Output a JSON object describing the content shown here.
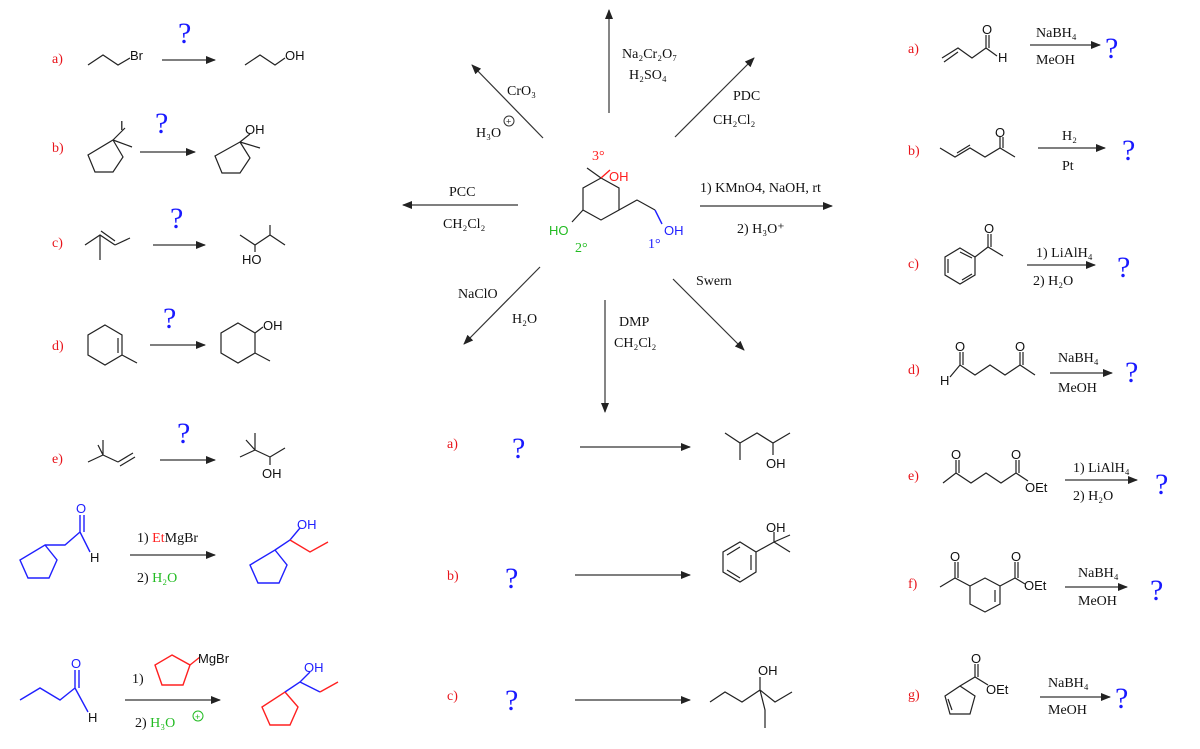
{
  "colors": {
    "label": "#e8141b",
    "question": "#1a1aff",
    "tertiary": "#ff2020",
    "secondary": "#22bb22",
    "primary": "#2020ff"
  },
  "left": {
    "a": {
      "label": "a)",
      "q": "?",
      "atom": "Br",
      "product_atom": "OH"
    },
    "b": {
      "label": "b)",
      "q": "?",
      "atom": "I",
      "product_atom": "OH"
    },
    "c": {
      "label": "c)",
      "q": "?",
      "product_atom": "HO"
    },
    "d": {
      "label": "d)",
      "q": "?",
      "product_atom": "OH"
    },
    "e": {
      "label": "e)",
      "q": "?",
      "product_atom": "OH"
    },
    "f": {
      "atom": "O",
      "h": "H",
      "r1_prefix": "1) ",
      "r1_et": "Et",
      "r1_rest": "MgBr",
      "r2_prefix": "2) ",
      "r2_h2o": "H₂O",
      "product_atom": "OH"
    },
    "g": {
      "atom": "O",
      "h": "H",
      "r1": "1)",
      "reagent_atom": "MgBr",
      "r2_prefix": "2) ",
      "r2_h3o": "H₃O",
      "plus": "+",
      "product_atom": "OH"
    }
  },
  "center": {
    "oh_3": "OH",
    "deg_3": "3°",
    "ho_2": "HO",
    "deg_2": "2°",
    "oh_1": "OH",
    "deg_1": "1°",
    "reagents": {
      "up": [
        "Na₂Cr₂O₇",
        "H₂SO₄"
      ],
      "upleft": [
        "CrO₃",
        "H₃O"
      ],
      "upright": [
        "PDC",
        "CH₂Cl₂"
      ],
      "left": [
        "PCC",
        "CH₂Cl₂"
      ],
      "right": [
        "1) KMnO4, NaOH, rt",
        "2) H₃O⁺"
      ],
      "downleft": [
        "NaClO",
        "H₂O"
      ],
      "down": [
        "DMP",
        "CH₂Cl₂"
      ],
      "downright": [
        "Swern"
      ]
    },
    "plus": "+",
    "bottom": [
      {
        "label": "a)",
        "q": "?",
        "product_atom": "OH"
      },
      {
        "label": "b)",
        "q": "?",
        "product_atom": "OH"
      },
      {
        "label": "c)",
        "q": "?",
        "product_atom": "OH"
      }
    ]
  },
  "right": [
    {
      "label": "a)",
      "top": "NaBH₄",
      "bottom": "MeOH",
      "q": "?",
      "atoms": [
        "O",
        "H"
      ]
    },
    {
      "label": "b)",
      "top": "H₂",
      "bottom": "Pt",
      "q": "?",
      "atoms": [
        "O"
      ]
    },
    {
      "label": "c)",
      "top": "1) LiAlH₄",
      "bottom": "2) H₂O",
      "q": "?",
      "atoms": [
        "O"
      ]
    },
    {
      "label": "d)",
      "top": "NaBH₄",
      "bottom": "MeOH",
      "q": "?",
      "atoms": [
        "O",
        "H",
        "O"
      ]
    },
    {
      "label": "e)",
      "top": "1) LiAlH₄",
      "bottom": "2) H₂O",
      "q": "?",
      "atoms": [
        "O",
        "O",
        "OEt"
      ]
    },
    {
      "label": "f)",
      "top": "NaBH₄",
      "bottom": "MeOH",
      "q": "?",
      "atoms": [
        "O",
        "O",
        "OEt"
      ]
    },
    {
      "label": "g)",
      "top": "NaBH₄",
      "bottom": "MeOH",
      "q": "?",
      "atoms": [
        "O",
        "OEt"
      ]
    }
  ]
}
